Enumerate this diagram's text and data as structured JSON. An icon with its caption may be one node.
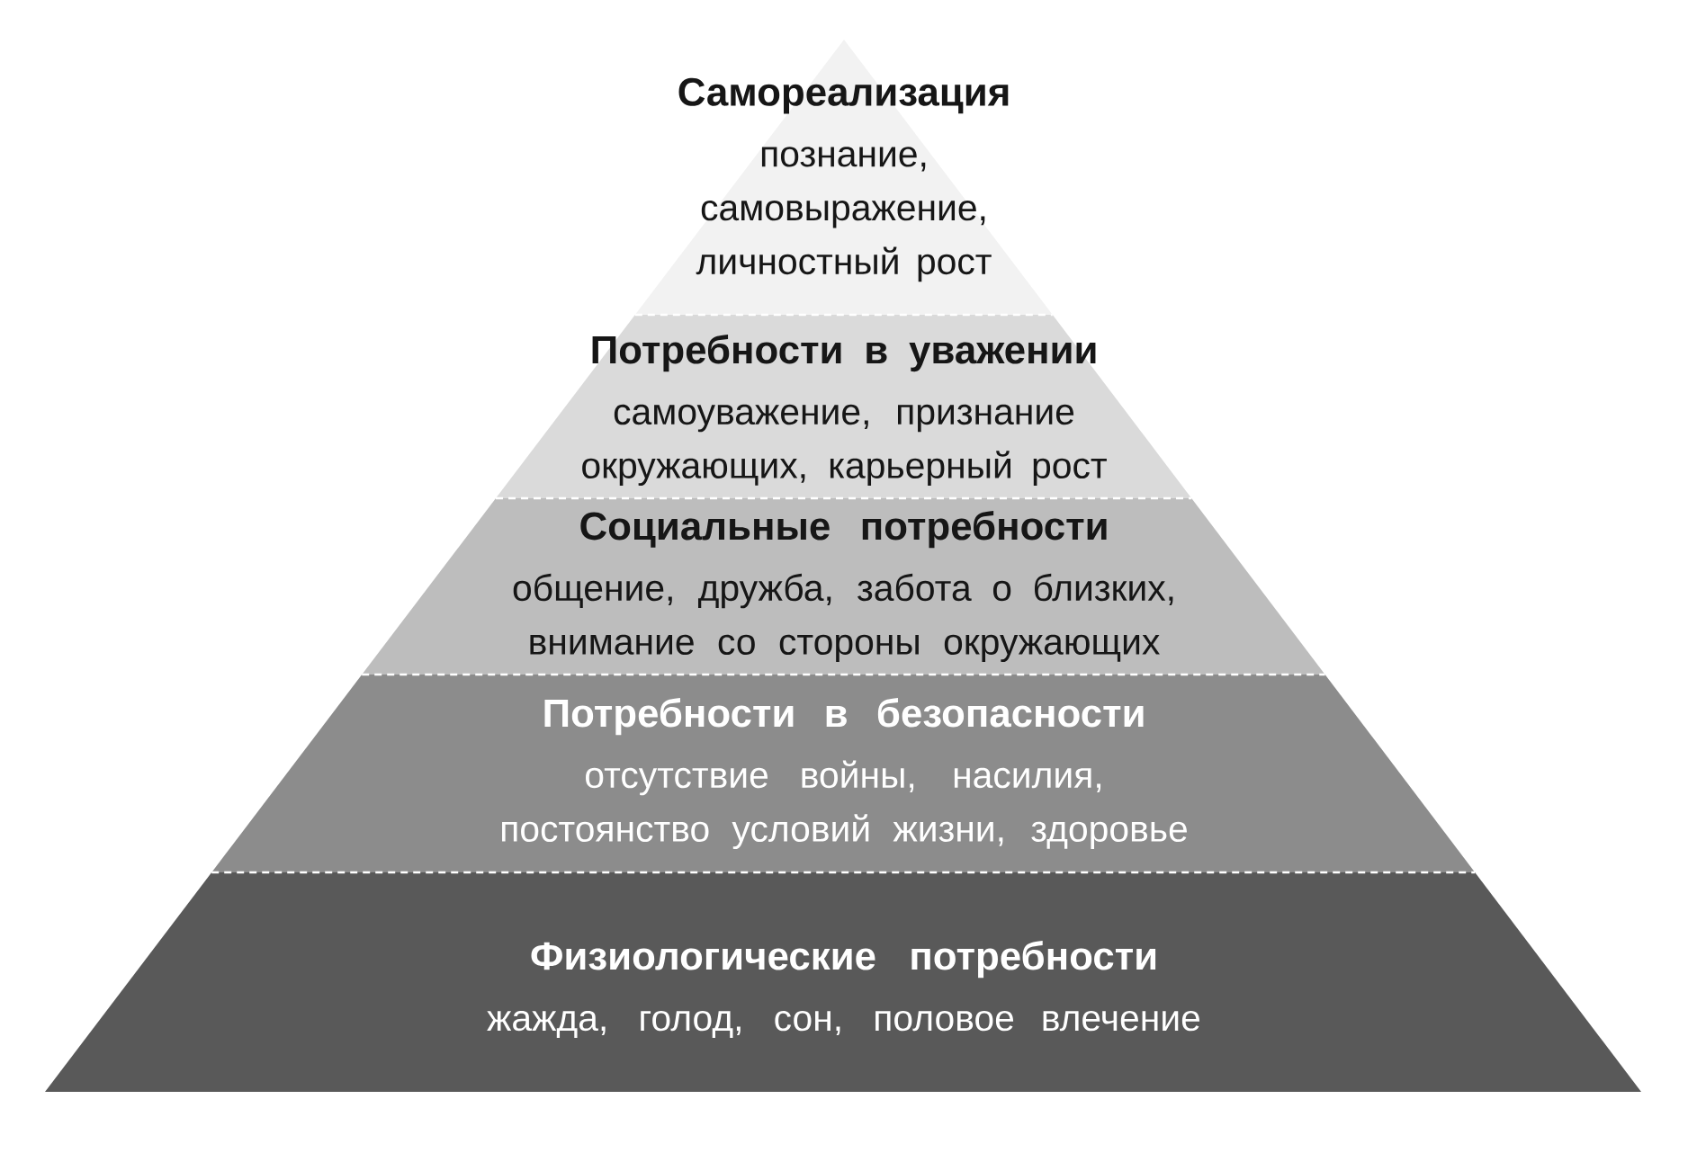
{
  "diagram": {
    "nodes": [
      {
        "text": [
          "Самореализация",
          "познание, самовыражение, личностный рост"
        ]
      },
      {
        "text": [
          "Потребности в уважении",
          "самоуважение, признание окружающих, карьерный рост"
        ]
      },
      {
        "text": [
          "Социальные потребности",
          "общение, дружба, забота о близких, внимание со стороны окружающих"
        ]
      },
      {
        "text": [
          "Потребности в безопасности",
          "отсутствие войны, насилия, постоянство условий жизни, здоровье"
        ]
      },
      {
        "text": [
          "Физиологические потребности",
          "жажда, голод, сон, половое влечение"
        ]
      }
    ]
  }
}
